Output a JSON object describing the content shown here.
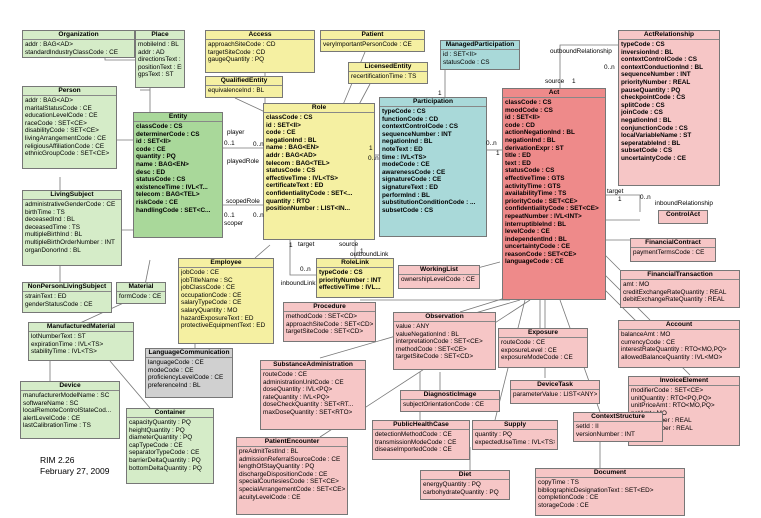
{
  "footer": {
    "line1": "RIM 2.26",
    "line2": "February 27, 2009"
  },
  "boxes": {
    "organization": {
      "title": "Organization",
      "attrs": [
        "addr : BAG<AD>",
        "standardIndustryClassCode : CE"
      ]
    },
    "place": {
      "title": "Place",
      "attrs": [
        "mobileInd : BL",
        "addr : AD",
        "directionsText : ED",
        "positionText : ED",
        "gpsText : ST"
      ]
    },
    "access": {
      "title": "Access",
      "attrs": [
        "approachSiteCode : CD",
        "targetSiteCode : CD",
        "gaugeQuantity : PQ"
      ]
    },
    "patient": {
      "title": "Patient",
      "attrs": [
        "veryImportantPersonCode : CE"
      ]
    },
    "managedParticipation": {
      "title": "ManagedParticipation",
      "attrs": [
        "id : SET<II>",
        "statusCode : CS"
      ]
    },
    "actRelationship": {
      "title": "ActRelationship",
      "attrs": [
        "typeCode : CS",
        "inversionInd : BL",
        "contextControlCode : CS",
        "contextConductionInd : BL",
        "sequenceNumber : INT",
        "priorityNumber : REAL",
        "pauseQuantity : PQ",
        "checkpointCode : CS",
        "splitCode : CS",
        "joinCode : CS",
        "negationInd : BL",
        "conjunctionCode : CS",
        "localVariableName : ST",
        "seperatableInd : BL",
        "subsetCode : CS",
        "uncertaintyCode : CE"
      ]
    },
    "person": {
      "title": "Person",
      "attrs": [
        "addr : BAG<AD>",
        "maritalStatusCode : CE",
        "educationLevelCode : CE",
        "raceCode : SET<CE>",
        "disabilityCode : SET<CE>",
        "livingArrangementCode : CE",
        "religiousAffiliationCode : CE",
        "ethnicGroupCode : SET<CE>"
      ]
    },
    "entity": {
      "title": "Entity",
      "attrs": [
        "classCode : CS",
        "determinerCode : CS",
        "id : SET<II>",
        "code : CE",
        "quantity : PQ",
        "name : BAG<EN>",
        "desc : ED",
        "statusCode : CS",
        "existenceTime : IVL<T...",
        "telecom : BAG<TEL>",
        "riskCode : CE",
        "handlingCode : SET<C..."
      ],
      "bold": [
        0,
        1,
        2,
        3,
        4,
        5,
        6,
        7,
        8,
        9,
        10,
        11
      ]
    },
    "qualifiedEntity": {
      "title": "QualifiedEntity",
      "attrs": [
        "equivalenceInd : BL"
      ]
    },
    "licensedEntity": {
      "title": "LicensedEntity",
      "attrs": [
        "recertificationTime : TS"
      ]
    },
    "role": {
      "title": "Role",
      "attrs": [
        "classCode : CS",
        "id : SET<II>",
        "code : CE",
        "negationInd : BL",
        "name : BAG<EN>",
        "addr : BAG<AD>",
        "telecom : BAG<TEL>",
        "statusCode : CS",
        "effectiveTime : IVL<TS>",
        "certificateText : ED",
        "confidentialityCode : SET<...",
        "quantity : RTO",
        "positionNumber : LIST<IN..."
      ],
      "bold": [
        0,
        1,
        2,
        3,
        4,
        5,
        6,
        7,
        8,
        9,
        10,
        11,
        12
      ]
    },
    "participation": {
      "title": "Participation",
      "attrs": [
        "typeCode : CS",
        "functionCode : CD",
        "contextControlCode : CS",
        "sequenceNumber : INT",
        "negationInd : BL",
        "noteText : ED",
        "time : IVL<TS>",
        "modeCode : CE",
        "awarenessCode : CE",
        "signatureCode : CE",
        "signatureText : ED",
        "performInd : BL",
        "substitutionConditionCode : ...",
        "subsetCode : CS"
      ],
      "bold": [
        0,
        1,
        2,
        3,
        4,
        5,
        6,
        7,
        8,
        9,
        10,
        11,
        12,
        13
      ]
    },
    "act": {
      "title": "Act",
      "attrs": [
        "classCode : CS",
        "moodCode : CS",
        "id : SET<II>",
        "code : CD",
        "actionNegationInd : BL",
        "negationInd : BL",
        "derivationExpr : ST",
        "title : ED",
        "text : ED",
        "statusCode : CS",
        "effectiveTime : GTS",
        "activityTime : GTS",
        "availabilityTime : TS",
        "priorityCode : SET<CE>",
        "confidentialityCode : SET<CE>",
        "repeatNumber : IVL<INT>",
        "interruptibleInd : BL",
        "levelCode : CE",
        "independentInd : BL",
        "uncertaintyCode : CE",
        "reasonCode : SET<CE>",
        "languageCode : CE"
      ],
      "bold": [
        0,
        1,
        2,
        3,
        4,
        5,
        6,
        7,
        8,
        9,
        10,
        11,
        12,
        13,
        14,
        15,
        16,
        17,
        18,
        19,
        20,
        21
      ]
    },
    "livingSubject": {
      "title": "LivingSubject",
      "attrs": [
        "administrativeGenderCode : CE",
        "birthTime : TS",
        "deceasedInd : BL",
        "deceasedTime : TS",
        "multipleBirthInd : BL",
        "multipleBirthOrderNumber : INT",
        "organDonorInd : BL"
      ]
    },
    "controlAct": {
      "title": "ControlAct",
      "attrs": []
    },
    "employee": {
      "title": "Employee",
      "attrs": [
        "jobCode : CE",
        "jobTitleName : SC",
        "jobClassCode : CE",
        "occupationCode : CE",
        "salaryTypeCode : CE",
        "salaryQuantity : MO",
        "hazardExposureText : ED",
        "protectiveEquipmentText : ED"
      ]
    },
    "roleLink": {
      "title": "RoleLink",
      "attrs": [
        "typeCode : CS",
        "priorityNumber : INT",
        "effectiveTime : IVL..."
      ],
      "bold": [
        0,
        1,
        2
      ]
    },
    "workingList": {
      "title": "WorkingList",
      "attrs": [
        "ownershipLevelCode : CE"
      ]
    },
    "financialContract": {
      "title": "FinancialContract",
      "attrs": [
        "paymentTermsCode : CE"
      ]
    },
    "financialTransaction": {
      "title": "FinancialTransaction",
      "attrs": [
        "amt : MO",
        "creditExchangeRateQuantity : REAL",
        "debitExchangeRateQuantity : REAL"
      ]
    },
    "nonPersonLivingSubject": {
      "title": "NonPersonLivingSubject",
      "attrs": [
        "strainText : ED",
        "genderStatusCode : CE"
      ]
    },
    "material": {
      "title": "Material",
      "attrs": [
        "formCode : CE"
      ]
    },
    "procedure": {
      "title": "Procedure",
      "attrs": [
        "methodCode : SET<CD>",
        "approachSiteCode : SET<CD>",
        "targetSiteCode : SET<CD>"
      ]
    },
    "observation": {
      "title": "Observation",
      "attrs": [
        "value : ANY",
        "valueNegationInd : BL",
        "interpretationCode : SET<CE>",
        "methodCode : SET<CE>",
        "targetSiteCode : SET<CD>"
      ]
    },
    "account": {
      "title": "Account",
      "attrs": [
        "balanceAmt : MO",
        "currencyCode : CE",
        "interestRateQuantity : RTO<MO,PQ>",
        "allowedBalanceQuantity : IVL<MO>"
      ]
    },
    "manufacturedMaterial": {
      "title": "ManufacturedMaterial",
      "attrs": [
        "lotNumberText : ST",
        "expirationTime : IVL<TS>",
        "stabilityTime : IVL<TS>"
      ]
    },
    "languageCommunication": {
      "title": "LanguageCommunication",
      "attrs": [
        "languageCode : CE",
        "modeCode : CE",
        "proficiencyLevelCode : CE",
        "preferenceInd : BL"
      ]
    },
    "substanceAdministration": {
      "title": "SubstanceAdministration",
      "attrs": [
        "routeCode : CE",
        "administrationUnitCode : CE",
        "doseQuantity : IVL<PQ>",
        "rateQuantity : IVL<PQ>",
        "doseCheckQuantity : SET<RT...",
        "maxDoseQuantity : SET<RTO>"
      ]
    },
    "exposure": {
      "title": "Exposure",
      "attrs": [
        "routeCode : CE",
        "exposureLevel : CE",
        "exposureModeCode : CE"
      ]
    },
    "deviceTask": {
      "title": "DeviceTask",
      "attrs": [
        "parameterValue : LIST<ANY>"
      ]
    },
    "invoiceElement": {
      "title": "InvoiceElement",
      "attrs": [
        "modifierCode : SET<CE>",
        "unitQuantity : RTO<PQ,PQ>",
        "unitPriceAmt : RTO<MO,PQ>",
        "netAmt : MO",
        "factorNumber : REAL",
        "pointsNumber : REAL"
      ]
    },
    "device": {
      "title": "Device",
      "attrs": [
        "manufacturerModelName : SC",
        "softwareName : SC",
        "localRemoteControlStateCod...",
        "alertLevelCode : CE",
        "lastCalibrationTime : TS"
      ]
    },
    "container": {
      "title": "Container",
      "attrs": [
        "capacityQuantity : PQ",
        "heightQuantity : PQ",
        "diameterQuantity : PQ",
        "capTypeCode : CE",
        "separatorTypeCode : CE",
        "barrierDeltaQuantity : PQ",
        "bottomDeltaQuantity : PQ"
      ]
    },
    "diagnosticImage": {
      "title": "DiagnosticImage",
      "attrs": [
        "subjectOrientationCode : CE"
      ]
    },
    "publicHealthCase": {
      "title": "PublicHealthCase",
      "attrs": [
        "detectionMethodCode : CE",
        "transmissionModeCode : CE",
        "diseaseImportedCode : CE"
      ]
    },
    "supply": {
      "title": "Supply",
      "attrs": [
        "quantity : PQ",
        "expectedUseTime : IVL<TS>"
      ]
    },
    "contextStructure": {
      "title": "ContextStructure",
      "attrs": [
        "setId : II",
        "versionNumber : INT"
      ]
    },
    "patientEncounter": {
      "title": "PatientEncounter",
      "attrs": [
        "preAdmitTestInd : BL",
        "admissionReferralSourceCode : CE",
        "lengthOfStayQuantity : PQ",
        "dischargeDispositionCode : CE",
        "specialCourtesiesCode : SET<CE>",
        "specialArrangementCode : SET<CE>",
        "acuityLevelCode : CE"
      ]
    },
    "diet": {
      "title": "Diet",
      "attrs": [
        "energyQuantity : PQ",
        "carbohydrateQuantity : PQ"
      ]
    },
    "document": {
      "title": "Document",
      "attrs": [
        "copyTime : TS",
        "bibliographicDesignationText : SET<ED>",
        "completionCode : CE",
        "storageCode : CE"
      ]
    }
  },
  "labels": {
    "player": "player",
    "playedRole": "playedRole",
    "scopedRole": "scopedRole",
    "scoper": "scoper",
    "outboundRelationship": "outboundRelationship",
    "inboundRelationship": "inboundRelationship",
    "source": "source",
    "target": "target",
    "targetRole": "target",
    "sourceRole": "source",
    "outboundLink": "outboundLink",
    "inboundLink": "inboundLink",
    "m01a": "0..1",
    "m01b": "0..1",
    "m0na": "0..n",
    "m0nb": "0..n",
    "m0nc": "0..n",
    "m0nd": "0..n",
    "m0ne": "0..n",
    "m0nf": "0..n",
    "m0ng": "0..n",
    "m1a": "1",
    "m1b": "1",
    "m1c": "1",
    "m1d": "1",
    "m1e": "1",
    "m1f": "1",
    "m1g": "1"
  },
  "colors": {
    "green": "#d5ecc8",
    "greenCore": "#a9d89a",
    "yellow": "#f5f0a2",
    "cyan": "#a9d9d9",
    "pink": "#f6c6c6",
    "pinkCore": "#ee8a8a",
    "gray": "#d0d0d0",
    "line": "#777777"
  }
}
